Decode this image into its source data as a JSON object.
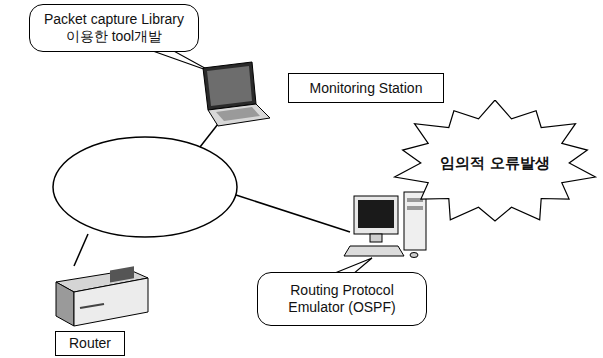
{
  "diagram": {
    "nodes": [
      {
        "text": [
          "Packet capture Library 이용한 tool개발"
        ]
      },
      {
        "text": [
          "Monitoring Station"
        ]
      },
      {
        "text": [
          "임의적 오류발생"
        ]
      },
      {
        "text": [
          "Routing Protocol Emulator (OSPF)"
        ]
      },
      {
        "text": [
          "Router"
        ]
      }
    ]
  }
}
